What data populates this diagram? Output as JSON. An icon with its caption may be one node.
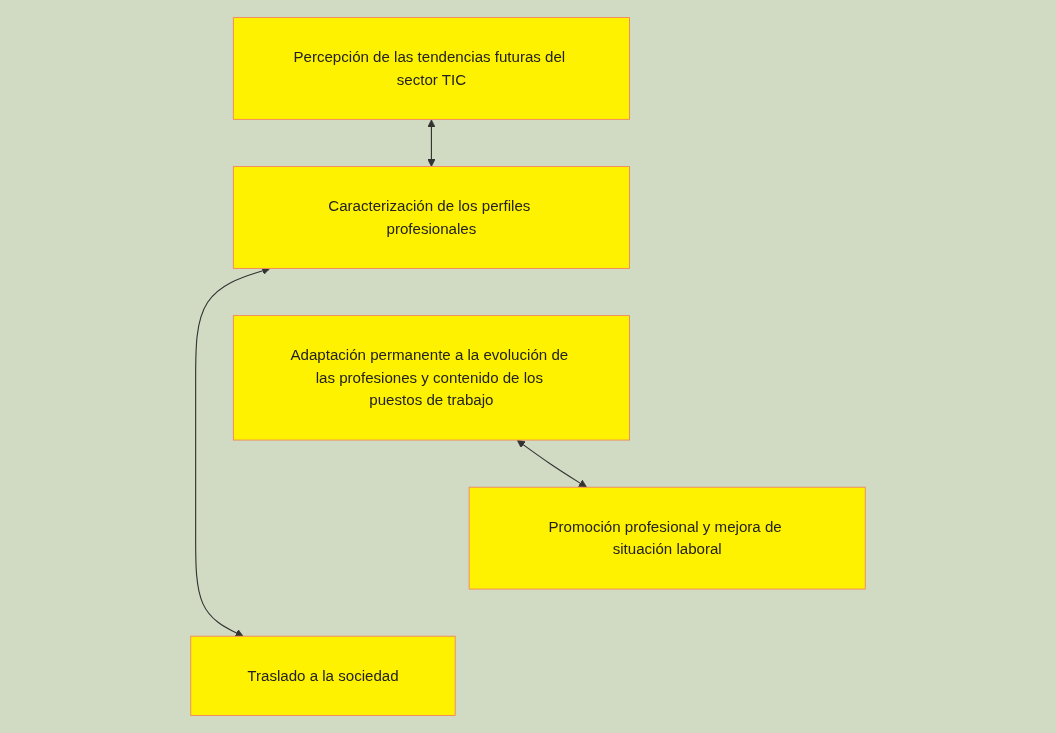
{
  "diagram": {
    "nodes": [
      {
        "text": [
          "Percepción de las tendencias futuras del sector TIC"
        ]
      },
      {
        "text": [
          "Caracterización de los perfiles profesionales"
        ]
      },
      {
        "text": [
          "Adaptación permanente a la evolución de las profesiones y contenido de los puestos de trabajo"
        ]
      },
      {
        "text": [
          "Promoción profesional y mejora de situación laboral"
        ]
      },
      {
        "text": [
          "Traslado a la sociedad"
        ]
      }
    ],
    "edges": [
      {
        "from": 0,
        "to": 1,
        "arrow": "both"
      },
      {
        "from": 1,
        "to": 4,
        "arrow": "both"
      },
      {
        "from": 2,
        "to": 3,
        "arrow": "both"
      }
    ]
  }
}
